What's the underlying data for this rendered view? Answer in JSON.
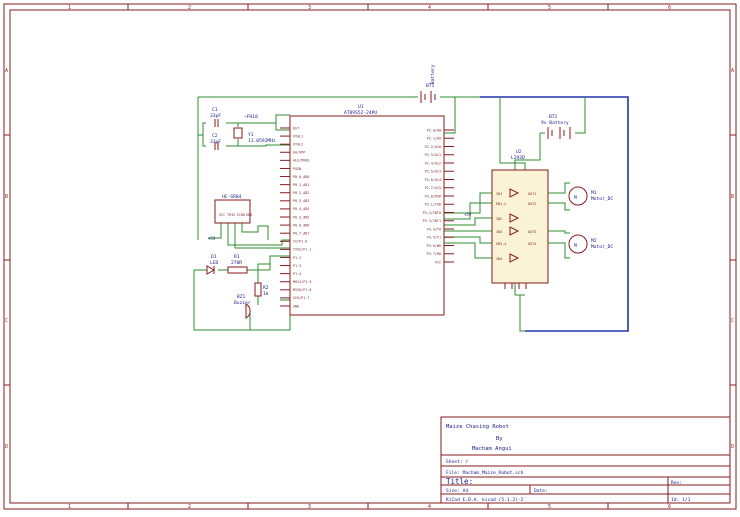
{
  "border": {
    "top_numbers": [
      "1",
      "2",
      "3",
      "4",
      "5",
      "6"
    ],
    "bottom_numbers": [
      "1",
      "2",
      "3",
      "4",
      "5",
      "6"
    ],
    "side_letters": [
      "A",
      "B",
      "C",
      "D"
    ]
  },
  "title_block": {
    "project_line1": "Maize Chasing Robot",
    "project_line2": "By",
    "project_line3": "Macham Angui",
    "sheet_label": "Sheet: /",
    "file_label": "File: Macham_Maize_Robot.sch",
    "title_label": "Title:",
    "size_label": "Size: A4",
    "date_label": "Date:",
    "rev_label": "Rev:",
    "tool_label": "KiCad E.D.A.  kicad (5.1.2)-2",
    "id_label": "Id: 1/1"
  },
  "components": {
    "u1_ref": "U1",
    "u1_value": "AT89S52-24PU",
    "u2_ref": "U2",
    "u2_value": "L293D",
    "c1_ref": "C1",
    "c1_value": "33pF",
    "c2_ref": "C2",
    "c2_value": "33pF",
    "y1_ref": "Y1",
    "y1_value": "11.0592MHz",
    "xtal_net": "~FH18",
    "sensor_ref": "HC-SR04",
    "d1_ref": "D1",
    "d1_value": "LED",
    "r1_ref": "R1",
    "r1_value": "270R",
    "r2_ref": "R2",
    "r2_value": "1k",
    "bz1_ref": "BZ1",
    "bz1_value": "Buzzer",
    "bt1_ref": "BT1",
    "bt1_value": "Battery",
    "bt2_ref": "BT2",
    "bt2_value": "9v Battery",
    "m1_ref": "M1",
    "m1_value": "Motor_DC",
    "m2_ref": "M2",
    "m2_value": "Motor_DC",
    "vcc_label1": "+5V",
    "vcc_label2": "+5V"
  },
  "u1_pins_left": [
    "RST",
    "XTAL1",
    "XTAL2",
    "EA/VPP",
    "ALE/PROG",
    "PSEN",
    "P0.0_AD0",
    "P0.1_AD1",
    "P0.2_AD2",
    "P0.3_AD3",
    "P0.4_AD4",
    "P0.5_AD5",
    "P0.6_AD6",
    "P0.7_AD7",
    "T2/P1.0",
    "T2EX/P1.1",
    "P1.2",
    "P1.3",
    "P1.4",
    "MOSI/P1.5",
    "MISO/P1.6",
    "SCK/P1.7",
    "GND"
  ],
  "u1_pins_right": [
    "P2.0/A8",
    "P2.1/A9",
    "P2.2/A10",
    "P2.3/A11",
    "P2.4/A12",
    "P2.5/A13",
    "P2.6/A14",
    "P2.7/A15",
    "P3.0/RXD",
    "P3.1/TXD",
    "P3.2/INT0",
    "P3.3/INT1",
    "P3.4/T0",
    "P3.5/T1",
    "P3.6/WR",
    "P3.7/RD",
    "VCC"
  ],
  "u2_pins_left": [
    "IN1",
    "EN1,2",
    "IN2",
    "IN3",
    "EN3,4",
    "IN4"
  ],
  "u2_pins_right": [
    "OUT1",
    "OUT2",
    "OUT3",
    "OUT4"
  ]
}
